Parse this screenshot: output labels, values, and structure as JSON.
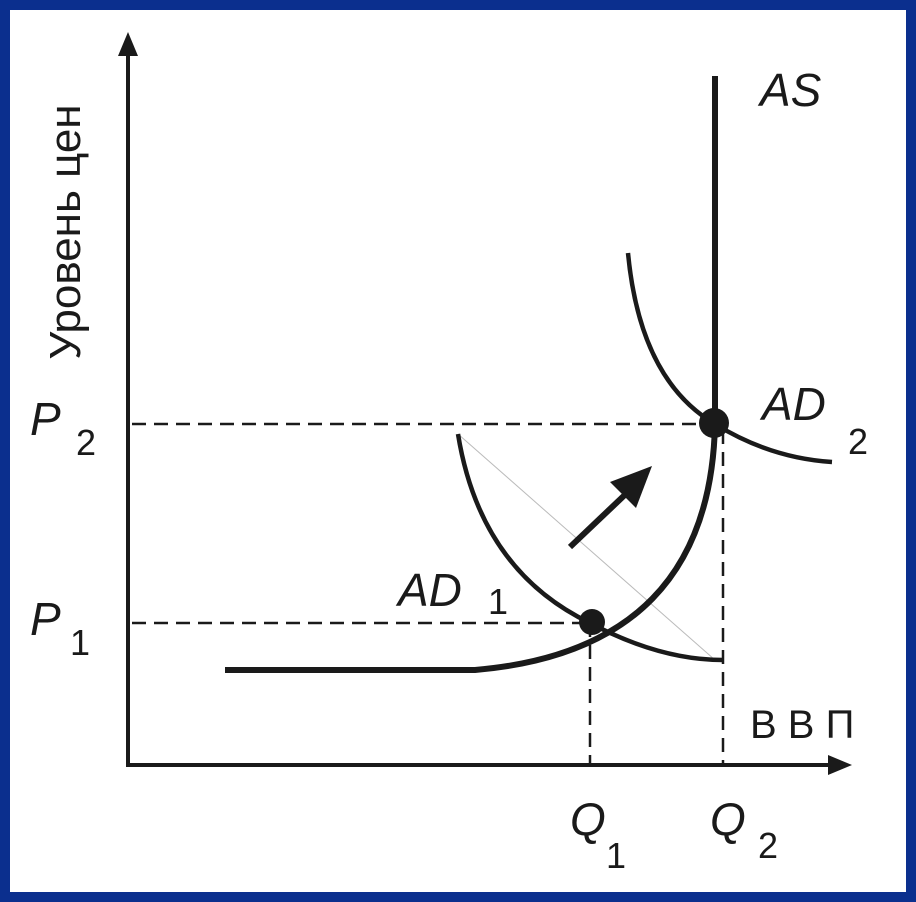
{
  "labels": {
    "y_axis": "Уровень цен",
    "x_axis": "В В П",
    "as_curve": "AS",
    "ad1_curve": {
      "main": "AD",
      "sub": "1"
    },
    "ad2_curve": {
      "main": "AD",
      "sub": "2"
    },
    "p1": {
      "main": "P",
      "sub": "1"
    },
    "p2": {
      "main": "P",
      "sub": "2"
    },
    "q1": {
      "main": "Q",
      "sub": "1"
    },
    "q2": {
      "main": "Q",
      "sub": "2"
    }
  },
  "colors": {
    "border": "#0B2F8E",
    "background": "#FFFFFF",
    "ink": "#1a1a1a"
  }
}
